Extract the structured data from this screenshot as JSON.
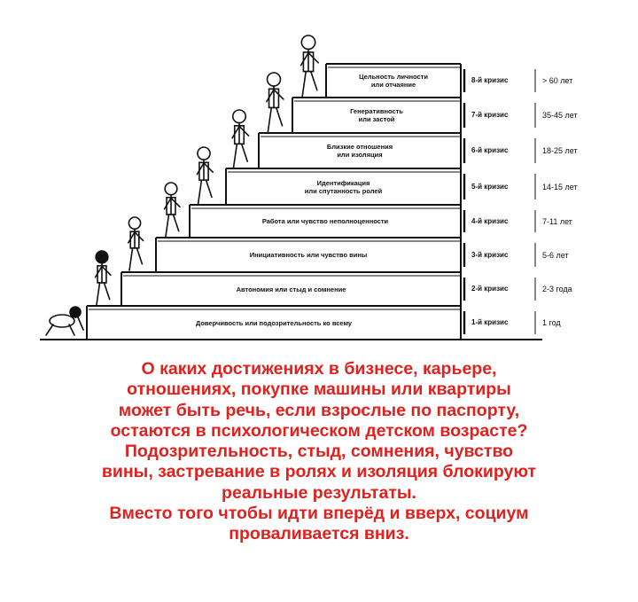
{
  "steps": [
    {
      "label": "Доверчивость или подозрительность ко всему",
      "crisis": "1-й кризис",
      "age": "1 год"
    },
    {
      "label": "Автономия или стыд и  сомнение",
      "crisis": "2-й кризис",
      "age": "2-3 года"
    },
    {
      "label": "Инициативность или  чувство вины",
      "crisis": "3-й кризис",
      "age": "5-6 лет"
    },
    {
      "label": "Работа или чувство неполноценности",
      "crisis": "4-й кризис",
      "age": "7-11 лет"
    },
    {
      "label": "Идентификация\nили спутанность ролей",
      "crisis": "5-й кризис",
      "age": "14-15 лет"
    },
    {
      "label": "Близкие отношения\nили изоляция",
      "crisis": "6-й кризис",
      "age": "18-25 лет"
    },
    {
      "label": "Генеративность\nили застой",
      "crisis": "7-й кризис",
      "age": "35-45 лет"
    },
    {
      "label": "Цельность личности\nили отчаяние",
      "crisis": "8-й кризис",
      "age": "> 60 лет"
    }
  ],
  "caption": {
    "lines": [
      "О каких достижениях в бизнесе, карьере,",
      "отношениях, покупке машины или квартиры",
      "может быть речь, если взрослые по паспорту,",
      "остаются в психологическом детском возрасте?",
      "Подозрительность, стыд, сомнения, чувство",
      "вины, застревание в ролях и изоляция блокируют",
      "реальные результаты.",
      "Вместо того чтобы идти вперёд и вверх, социум",
      "проваливается вниз."
    ]
  },
  "colors": {
    "caption": "#e0211e",
    "ink": "#111111",
    "background": "#ffffff"
  }
}
